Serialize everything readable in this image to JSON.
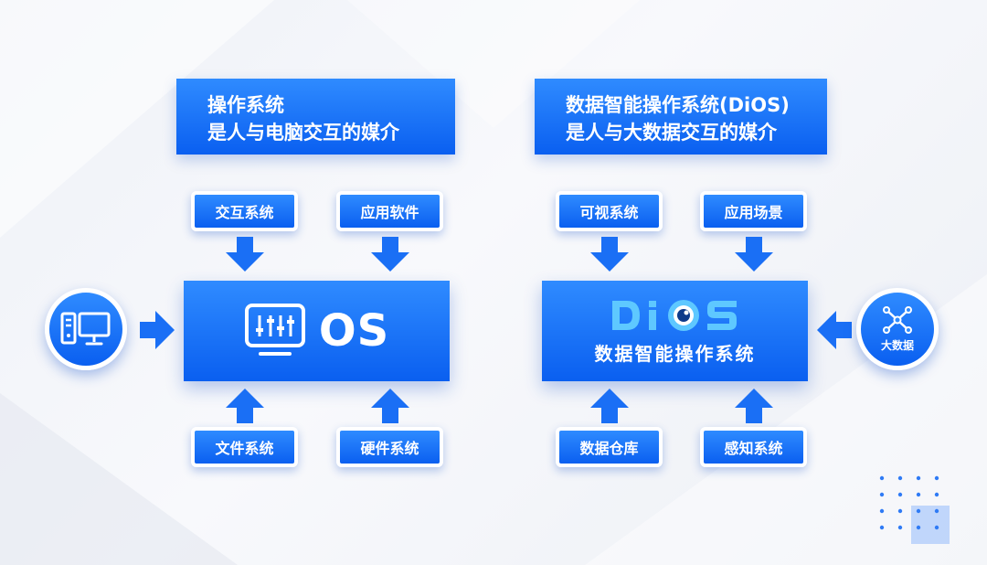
{
  "colors": {
    "primary": "#1a73f8",
    "primary_dark": "#0a5ff0",
    "accent_logo": "#5ec8ff"
  },
  "left": {
    "header_line1": "操作系统",
    "header_line2": "是人与电脑交互的媒介",
    "top_labels": [
      "交互系统",
      "应用软件"
    ],
    "bottom_labels": [
      "文件系统",
      "硬件系统"
    ],
    "main_text": "OS",
    "main_icon": "monitor-sliders-icon",
    "side_icon": "computer-icon"
  },
  "right": {
    "header_line1": "数据智能操作系统(DiOS)",
    "header_line2": "是人与大数据交互的媒介",
    "top_labels": [
      "可视系统",
      "应用场景"
    ],
    "bottom_labels": [
      "数据仓库",
      "感知系统"
    ],
    "logo_text": "DiOS",
    "main_text": "数据智能操作系统",
    "side_icon": "network-icon",
    "side_label": "大数据"
  }
}
